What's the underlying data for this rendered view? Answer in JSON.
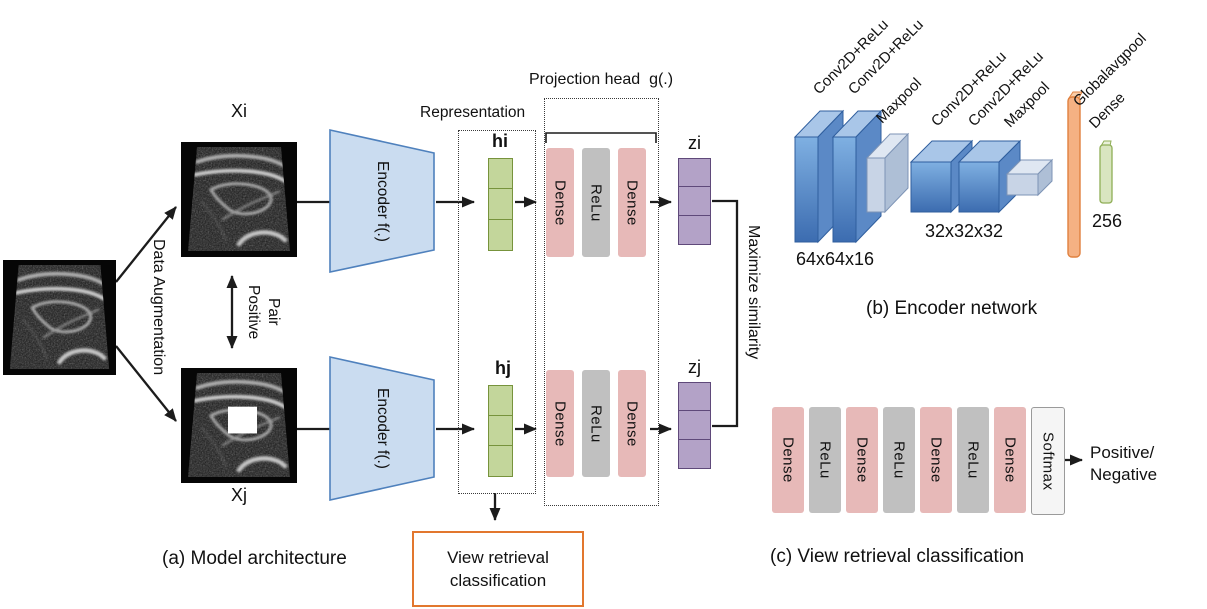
{
  "panel_a": {
    "caption": "(a) Model architecture",
    "input_top_label": "Xi",
    "input_bottom_label": "Xj",
    "data_augmentation_label": "Data Augmentation",
    "positive_pair_line1": "Positive",
    "positive_pair_line2": "Pair",
    "encoder_top_label": "Encoder f(.)",
    "encoder_bottom_label": "Encoder f(.)",
    "representation_label": "Representation",
    "h_top_label": "hi",
    "h_bottom_label": "hj",
    "projection_head_label": "Projection head  g(.)",
    "projection_layers": [
      "Dense",
      "ReLu",
      "Dense"
    ],
    "z_top_label": "zi",
    "z_bottom_label": "zj",
    "maximize_similarity_label": "Maximize similarity",
    "view_retrieval_box_line1": "View retrieval",
    "view_retrieval_box_line2": "classification"
  },
  "panel_b": {
    "caption": "(b) Encoder network",
    "layer_labels": [
      "Conv2D+ReLu",
      "Conv2D+ReLu",
      "Maxpool",
      "Conv2D+ReLu",
      "Conv2D+ReLu",
      "Maxpool",
      "Globalavgpool",
      "Dense"
    ],
    "dim_label_block1": "64x64x16",
    "dim_label_block2": "32x32x32",
    "dim_label_dense": "256"
  },
  "panel_c": {
    "caption": "(c) View retrieval classification",
    "layers": [
      "Dense",
      "ReLu",
      "Dense",
      "ReLu",
      "Dense",
      "ReLu",
      "Dense",
      "Softmax"
    ],
    "output_line1": "Positive/",
    "output_line2": "Negative"
  },
  "colors": {
    "dense_pink": "#e7b9b8",
    "relu_gray": "#c0c0c0",
    "softmax_bg": "#f5f5f5",
    "representation_green": "#c3d69b",
    "representation_green_border": "#77933c",
    "z_purple": "#b3a2c7",
    "z_purple_border": "#5f497a",
    "encoder_blue_fill": "#cadcf0",
    "encoder_blue_border": "#4f81bd",
    "conv_box_blue": "#4d7fc0",
    "maxpool_light_blue": "#c8d4e6",
    "globalavgpool_orange": "#f5b183",
    "dense_bar_green": "#d9e5c0",
    "view_retrieval_box_border": "#e2772e",
    "line_color": "#1c1c1c"
  }
}
